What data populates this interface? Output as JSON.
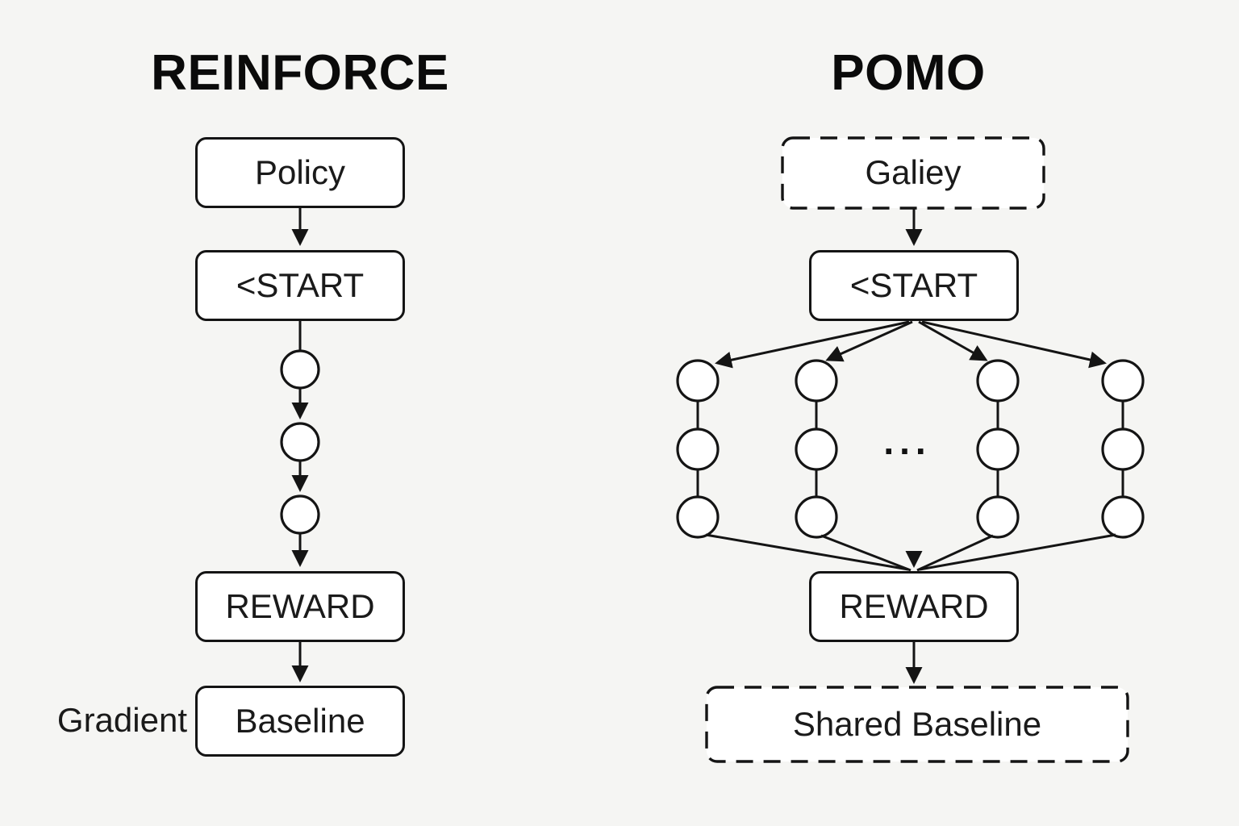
{
  "colors": {
    "background": "#f5f5f3",
    "stroke": "#141414",
    "node_fill": "#ffffff",
    "text": "#1a1a1a"
  },
  "reinforce": {
    "title": "REINFORCE",
    "policy_label": "Policy",
    "start_label": "<START",
    "reward_label": "REWARD",
    "baseline_label": "Baseline",
    "gradient_label": "Gradient"
  },
  "pomo": {
    "title": "POMO",
    "instance_label": "Galiey",
    "start_label": "<START",
    "reward_label": "REWARD",
    "shared_baseline_label": "Shared Baseline",
    "ellipsis": "..."
  }
}
